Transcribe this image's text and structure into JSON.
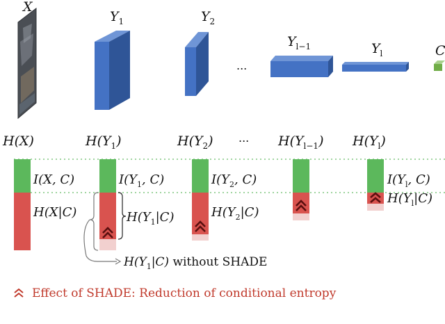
{
  "layers": {
    "input_label": "X",
    "y1": "Y",
    "y1_sub": "1",
    "y2": "Y",
    "y2_sub": "2",
    "dots": "...",
    "ylm1": "Y",
    "ylm1_sub": "l−1",
    "yl": "Y",
    "yl_sub": "l",
    "c": "C"
  },
  "entropy": {
    "hx": "H(X)",
    "hy1_a": "H(Y",
    "hy1_sub": "1",
    "hy1_b": ")",
    "hy2_a": "H(Y",
    "hy2_sub": "2",
    "hy2_b": ")",
    "dots": "...",
    "hylm1_a": "H(Y",
    "hylm1_sub": "l−1",
    "hylm1_b": ")",
    "hyl_a": "H(Y",
    "hyl_sub": "l",
    "hyl_b": ")"
  },
  "bars": {
    "ixc": "I(X, C)",
    "hxc": "H(X|C)",
    "iy1c_a": "I(Y",
    "iy1c_sub": "1",
    "iy1c_b": ", C)",
    "hy1c_a": "H(Y",
    "hy1c_sub": "1",
    "hy1c_b": "|C)",
    "iy2c_a": "I(Y",
    "iy2c_sub": "2",
    "iy2c_b": ", C)",
    "hy2c_a": "H(Y",
    "hy2c_sub": "2",
    "hy2c_b": "|C)",
    "iylc_a": "I(Y",
    "iylc_sub": "l",
    "iylc_b": ", C)",
    "hylc_a": "H(Y",
    "hylc_sub": "l",
    "hylc_b": "|C)"
  },
  "annotation": {
    "without_a": "H(Y",
    "without_sub": "1",
    "without_b": "|C)",
    "without_text": " without SHADE"
  },
  "legend": {
    "text": "Effect of SHADE: Reduction of conditional entropy"
  },
  "colors": {
    "cube_front": "#4472c4",
    "cube_top": "#6f95d6",
    "cube_side": "#2f5597",
    "c_front": "#70ad47",
    "mi_green": "#5cb85c",
    "cond_red": "#d9534f",
    "ghost_pink": "#f2d0cf",
    "dotted": "#9fd49f",
    "legend_red": "#c0392b",
    "arrow_gray": "#777777"
  }
}
